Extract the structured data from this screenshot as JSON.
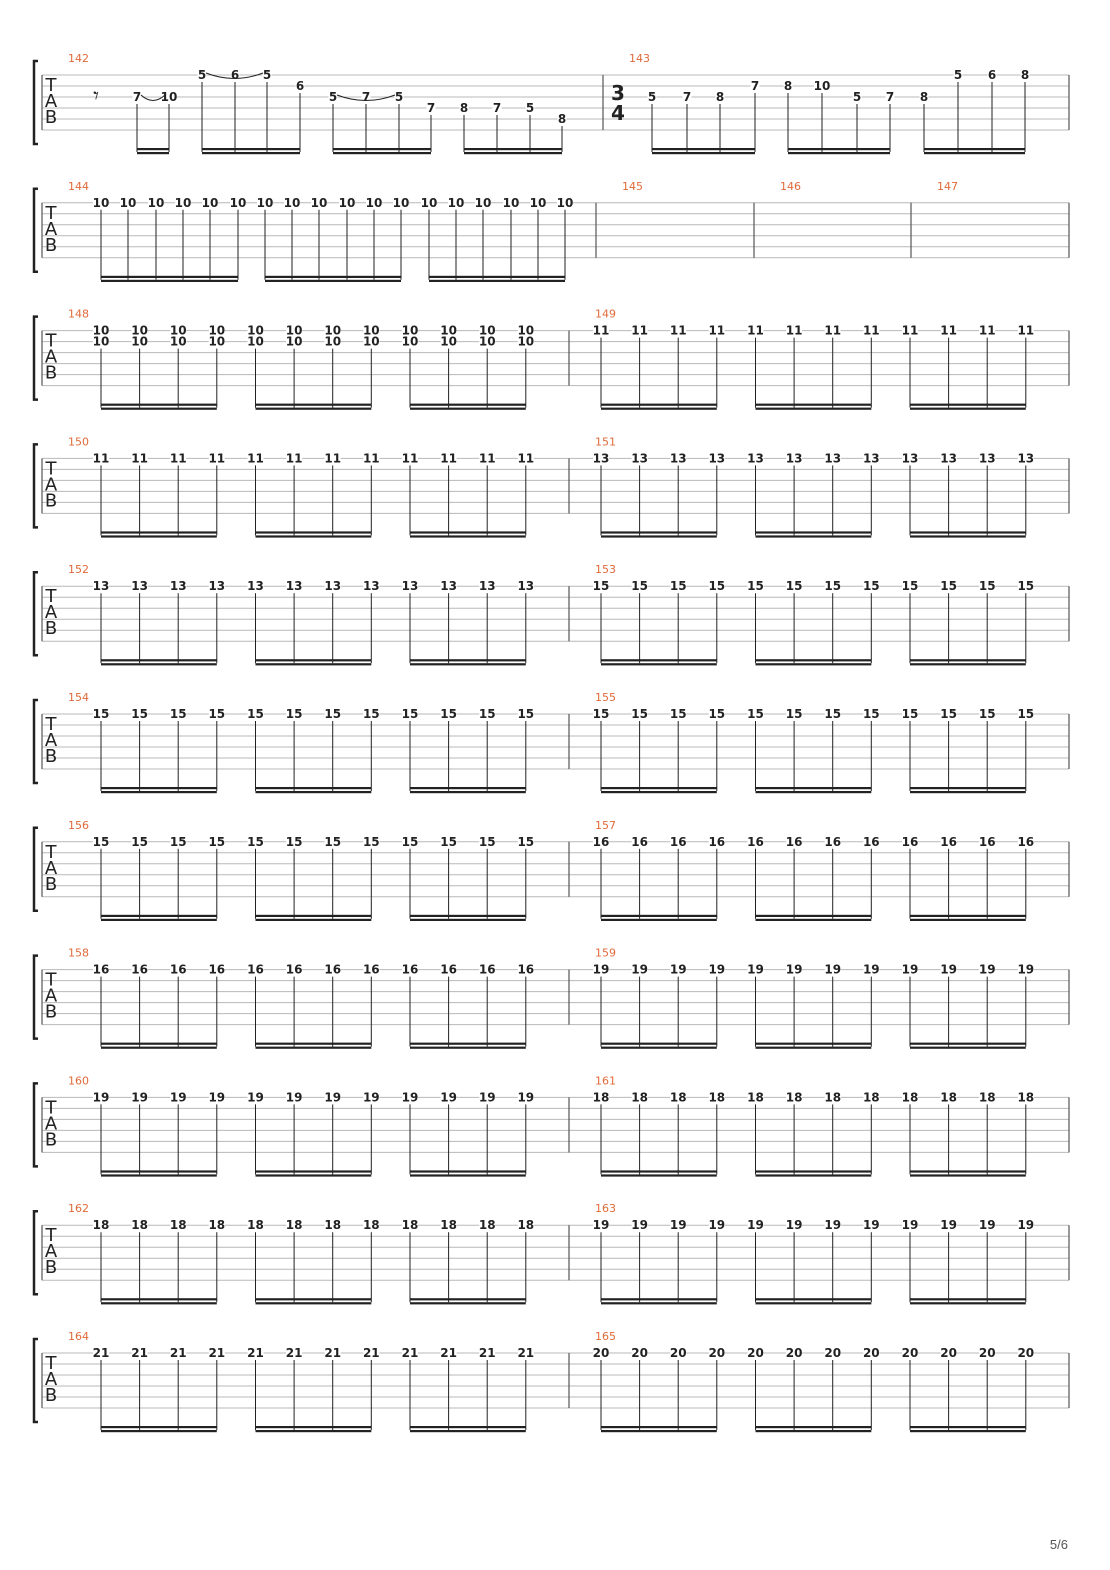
{
  "colors": {
    "staff_line": "#b8b8b8",
    "ink": "#222222",
    "measure_number": "#e06a3a",
    "barline": "#555555"
  },
  "clef_letters": [
    "T",
    "A",
    "B"
  ],
  "page_number": "5/6",
  "systems": [
    {
      "measures": [
        {
          "number": "142",
          "notes": [
            {
              "fret": "𝄾",
              "string": 3,
              "rest": true
            },
            {
              "fret": "7",
              "string": 3
            },
            {
              "fret": "10",
              "string": 3
            },
            {
              "fret": "5",
              "string": 1
            },
            {
              "fret": "6",
              "string": 1
            },
            {
              "fret": "5",
              "string": 1
            },
            {
              "fret": "6",
              "string": 2
            },
            {
              "fret": "5",
              "string": 3
            },
            {
              "fret": "7",
              "string": 3
            },
            {
              "fret": "5",
              "string": 3
            },
            {
              "fret": "7",
              "string": 4
            },
            {
              "fret": "8",
              "string": 4
            },
            {
              "fret": "7",
              "string": 4
            },
            {
              "fret": "5",
              "string": 4
            },
            {
              "fret": "8",
              "string": 5
            }
          ],
          "slurs": [
            [
              1,
              2
            ],
            [
              3,
              5
            ],
            [
              7,
              9
            ]
          ],
          "beam_groups": [
            [
              1,
              2
            ],
            [
              3,
              6
            ],
            [
              7,
              10
            ],
            [
              11,
              14
            ]
          ]
        },
        {
          "number": "143",
          "time_signature": [
            "3",
            "4"
          ],
          "notes": [
            {
              "fret": "5",
              "string": 3
            },
            {
              "fret": "7",
              "string": 3
            },
            {
              "fret": "8",
              "string": 3
            },
            {
              "fret": "7",
              "string": 2
            },
            {
              "fret": "8",
              "string": 2
            },
            {
              "fret": "10",
              "string": 2
            },
            {
              "fret": "5",
              "string": 3
            },
            {
              "fret": "7",
              "string": 3
            },
            {
              "fret": "8",
              "string": 3
            },
            {
              "fret": "5",
              "string": 1
            },
            {
              "fret": "6",
              "string": 1
            },
            {
              "fret": "8",
              "string": 1
            }
          ],
          "beam_groups": [
            [
              0,
              3
            ],
            [
              4,
              7
            ],
            [
              8,
              11
            ]
          ]
        }
      ]
    },
    {
      "measures": [
        {
          "number": "144",
          "notes": [
            {
              "fret": "10",
              "string": 1
            },
            {
              "fret": "10",
              "string": 1
            },
            {
              "fret": "10",
              "string": 1
            },
            {
              "fret": "10",
              "string": 1
            },
            {
              "fret": "10",
              "string": 1
            },
            {
              "fret": "10",
              "string": 1
            },
            {
              "fret": "10",
              "string": 1
            },
            {
              "fret": "10",
              "string": 1
            },
            {
              "fret": "10",
              "string": 1
            },
            {
              "fret": "10",
              "string": 1
            },
            {
              "fret": "10",
              "string": 1
            },
            {
              "fret": "10",
              "string": 1
            },
            {
              "fret": "10",
              "string": 1
            },
            {
              "fret": "10",
              "string": 1
            },
            {
              "fret": "10",
              "string": 1
            },
            {
              "fret": "10",
              "string": 1
            },
            {
              "fret": "10",
              "string": 1
            },
            {
              "fret": "10",
              "string": 1
            }
          ],
          "beam_groups": [
            [
              0,
              5
            ],
            [
              6,
              11
            ],
            [
              12,
              17
            ]
          ]
        },
        {
          "number": "145",
          "notes": [],
          "beam_groups": []
        },
        {
          "number": "146",
          "notes": [],
          "beam_groups": []
        },
        {
          "number": "147",
          "notes": [],
          "beam_groups": []
        }
      ]
    },
    {
      "measures": [
        {
          "number": "148",
          "repeat_fret": "10",
          "double_stop": true
        },
        {
          "number": "149",
          "repeat_fret": "11"
        }
      ]
    },
    {
      "measures": [
        {
          "number": "150",
          "repeat_fret": "11"
        },
        {
          "number": "151",
          "repeat_fret": "13"
        }
      ]
    },
    {
      "measures": [
        {
          "number": "152",
          "repeat_fret": "13"
        },
        {
          "number": "153",
          "repeat_fret": "15"
        }
      ]
    },
    {
      "measures": [
        {
          "number": "154",
          "repeat_fret": "15"
        },
        {
          "number": "155",
          "repeat_fret": "15"
        }
      ]
    },
    {
      "measures": [
        {
          "number": "156",
          "repeat_fret": "15"
        },
        {
          "number": "157",
          "repeat_fret": "16"
        }
      ]
    },
    {
      "measures": [
        {
          "number": "158",
          "repeat_fret": "16"
        },
        {
          "number": "159",
          "repeat_fret": "19"
        }
      ]
    },
    {
      "measures": [
        {
          "number": "160",
          "repeat_fret": "19"
        },
        {
          "number": "161",
          "repeat_fret": "18"
        }
      ]
    },
    {
      "measures": [
        {
          "number": "162",
          "repeat_fret": "18"
        },
        {
          "number": "163",
          "repeat_fret": "19"
        }
      ]
    },
    {
      "measures": [
        {
          "number": "164",
          "repeat_fret": "21"
        },
        {
          "number": "165",
          "repeat_fret": "20"
        }
      ]
    }
  ]
}
